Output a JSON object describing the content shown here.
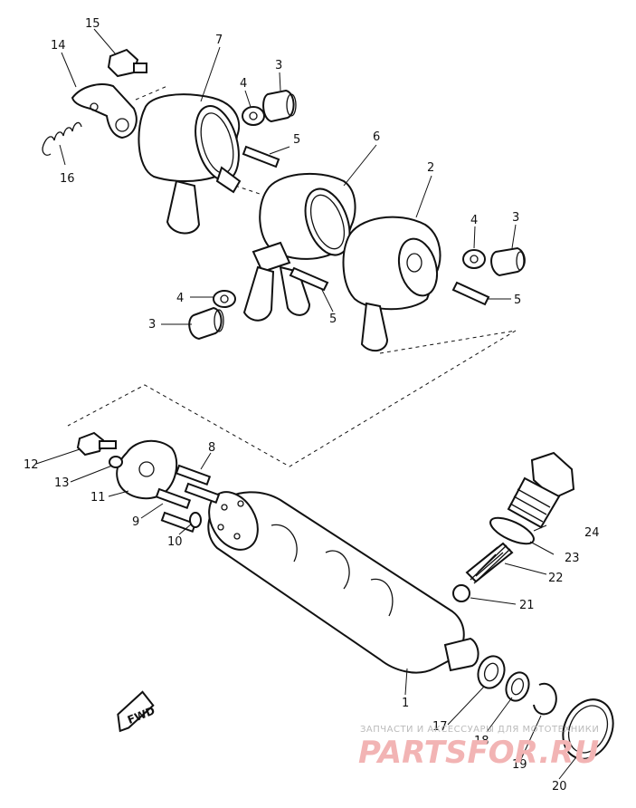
{
  "labels": {
    "p1": "1",
    "p2": "2",
    "p3a": "3",
    "p3b": "3",
    "p3c": "3",
    "p4a": "4",
    "p4b": "4",
    "p4c": "4",
    "p5a": "5",
    "p5b": "5",
    "p5c": "5",
    "p6": "6",
    "p7": "7",
    "p8": "8",
    "p9": "9",
    "p10": "10",
    "p11": "11",
    "p12": "12",
    "p13": "13",
    "p14": "14",
    "p15": "15",
    "p16": "16",
    "p17": "17",
    "p18": "18",
    "p19": "19",
    "p20": "20",
    "p21": "21",
    "p22": "22",
    "p23": "23",
    "p24": "24"
  },
  "direction_marker": "FWD",
  "watermark": {
    "caption": "ЗАПЧАСТИ И АКСЕССУАРЫ ДЛЯ МОТОТЕХНИКИ",
    "brand": "PARTSFOR.RU"
  }
}
